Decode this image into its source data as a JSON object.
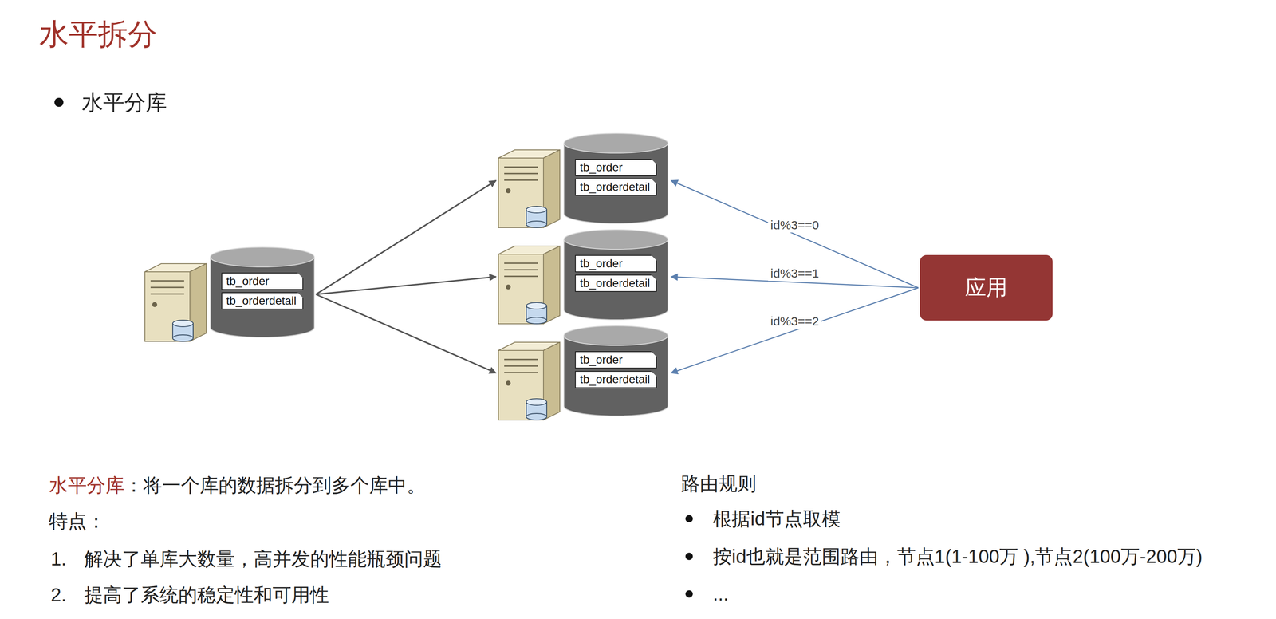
{
  "diagram": {
    "title": "水平拆分",
    "nodes": [
      {
        "text": [
          "tb_order",
          "tb_orderdetail"
        ]
      },
      {
        "text": [
          "tb_order",
          "tb_orderdetail"
        ]
      },
      {
        "text": [
          "tb_order",
          "tb_orderdetail"
        ]
      },
      {
        "text": [
          "tb_order",
          "tb_orderdetail"
        ]
      },
      {
        "text": [
          "应用"
        ]
      }
    ],
    "edges": [
      {
        "from": 0,
        "to": 1,
        "arrow": "to"
      },
      {
        "from": 0,
        "to": 2,
        "arrow": "to"
      },
      {
        "from": 0,
        "to": 3,
        "arrow": "to"
      },
      {
        "from": 4,
        "to": 1,
        "label": "id%3==0",
        "arrow": "to"
      },
      {
        "from": 4,
        "to": 2,
        "label": "id%3==1",
        "arrow": "to"
      },
      {
        "from": 4,
        "to": 3,
        "label": "id%3==2",
        "arrow": "to"
      }
    ],
    "labels": [
      "水平分库",
      "水平分库",
      "：将一个库的数据拆分到多个库中。",
      "特点：",
      "1.",
      "解决了单库大数量，高并发的性能瓶颈问题",
      "2.",
      "提高了系统的稳定性和可用性",
      "路由规则",
      "根据id节点取模",
      "按id也就是范围路由，节点1(1-100万 ),节点2(100万-200万)",
      "..."
    ]
  }
}
